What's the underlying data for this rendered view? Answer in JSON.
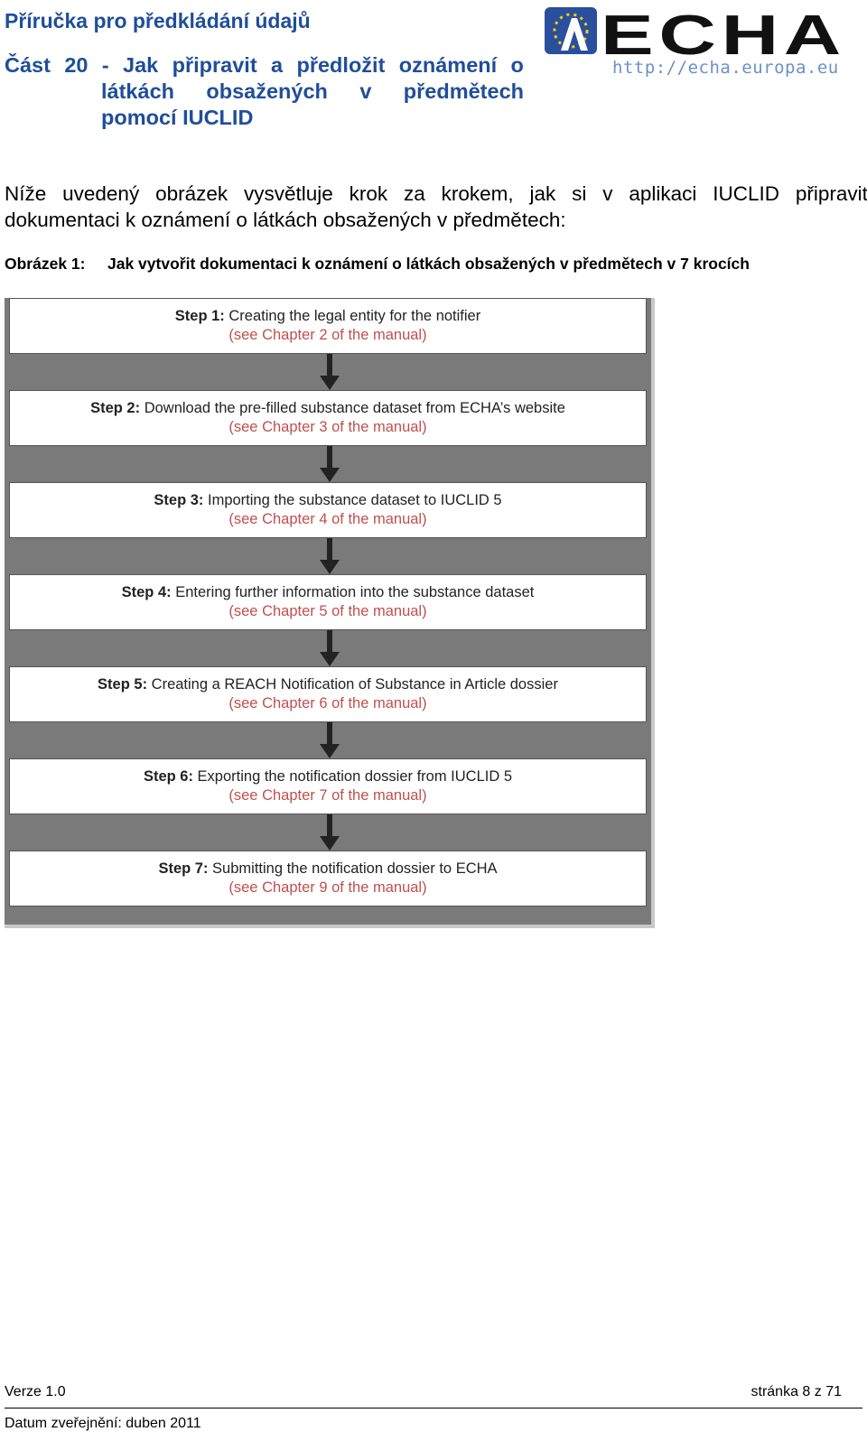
{
  "header": {
    "doc_title": "Příručka pro předkládání údajů",
    "part_title_line1_a": "Část",
    "part_title_line1_b": "20",
    "part_title_line1_c": "-",
    "part_title_line1_d": "Jak",
    "part_title_line1_e": "připravit",
    "part_title_line1_f": "a",
    "part_title_line1_g": "předložit",
    "part_title_line1_h": "oznámení",
    "part_title_line1_i": "o",
    "part_title_line2_a": "látkách",
    "part_title_line2_b": "obsažených",
    "part_title_line2_c": "v",
    "part_title_line2_d": "předmětech",
    "part_title_line3": "pomocí IUCLID",
    "logo_text": "ECHA",
    "logo_url": "http://echa.europa.eu"
  },
  "intro": {
    "line1_words": [
      "Níže",
      "uvedený",
      "obrázek",
      "vysvětluje",
      "krok",
      "za",
      "krokem,",
      "jak",
      "si",
      "v",
      "aplikaci",
      "IUCLID",
      "připravit"
    ],
    "line2": "dokumentaci k oznámení o látkách obsažených v předmětech:"
  },
  "caption": {
    "label": "Obrázek 1:",
    "text": "Jak vytvořit dokumentaci k oznámení o látkách obsažených v předmětech v 7 krocích"
  },
  "steps": [
    {
      "label": "Step 1:",
      "text": "Creating the legal entity for the notifier",
      "ref": "(see Chapter 2 of the manual)"
    },
    {
      "label": "Step 2:",
      "text": "Download the pre-filled substance dataset from ECHA’s website",
      "ref": "(see Chapter 3 of the manual)"
    },
    {
      "label": "Step 3:",
      "text": "Importing the substance dataset to IUCLID 5",
      "ref": "(see Chapter 4 of the manual)"
    },
    {
      "label": "Step 4:",
      "text": "Entering further information into the substance dataset",
      "ref": "(see Chapter 5 of the manual)"
    },
    {
      "label": "Step 5:",
      "text": "Creating a REACH Notification of Substance in Article dossier",
      "ref": "(see Chapter 6 of the manual)"
    },
    {
      "label": "Step 6:",
      "text": "Exporting the notification dossier from IUCLID 5",
      "ref": "(see Chapter 7 of the manual)"
    },
    {
      "label": "Step 7:",
      "text": "Submitting the notification dossier to ECHA",
      "ref": "(see Chapter 9 of the manual)"
    }
  ],
  "footer": {
    "version": "Verze 1.0",
    "page": "stránka 8 z 71",
    "date": "Datum zveřejnění: duben 2011"
  },
  "colors": {
    "heading_blue": "#1f4e9a",
    "reference_red": "#c0504d"
  }
}
